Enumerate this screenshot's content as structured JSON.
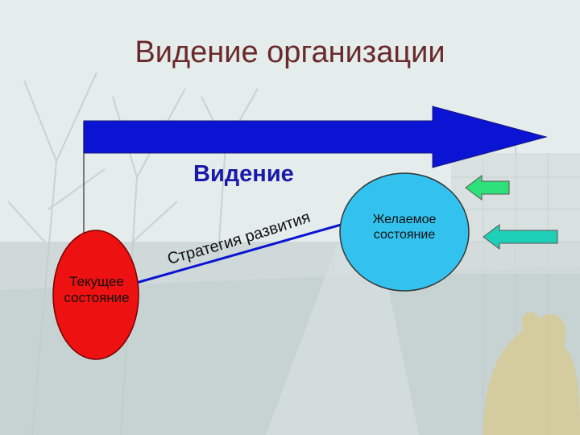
{
  "slide": {
    "title": "Видение организации",
    "vision_label": "Видение",
    "strategy_label": "Стратегия развития",
    "current_state": [
      "Текущее",
      "состояние"
    ],
    "desired_state": [
      "Желаемое",
      "состояние"
    ]
  },
  "colors": {
    "arrow_blue": "#0a14d2",
    "current_red": "#ee1111",
    "desired_cyan": "#33c2ee",
    "side_arrow_green": "#2ee07a",
    "side_arrow_teal": "#1fd0b8"
  },
  "icons": [
    "big-arrow-icon",
    "left-arrow-icon",
    "left-arrow-icon"
  ]
}
